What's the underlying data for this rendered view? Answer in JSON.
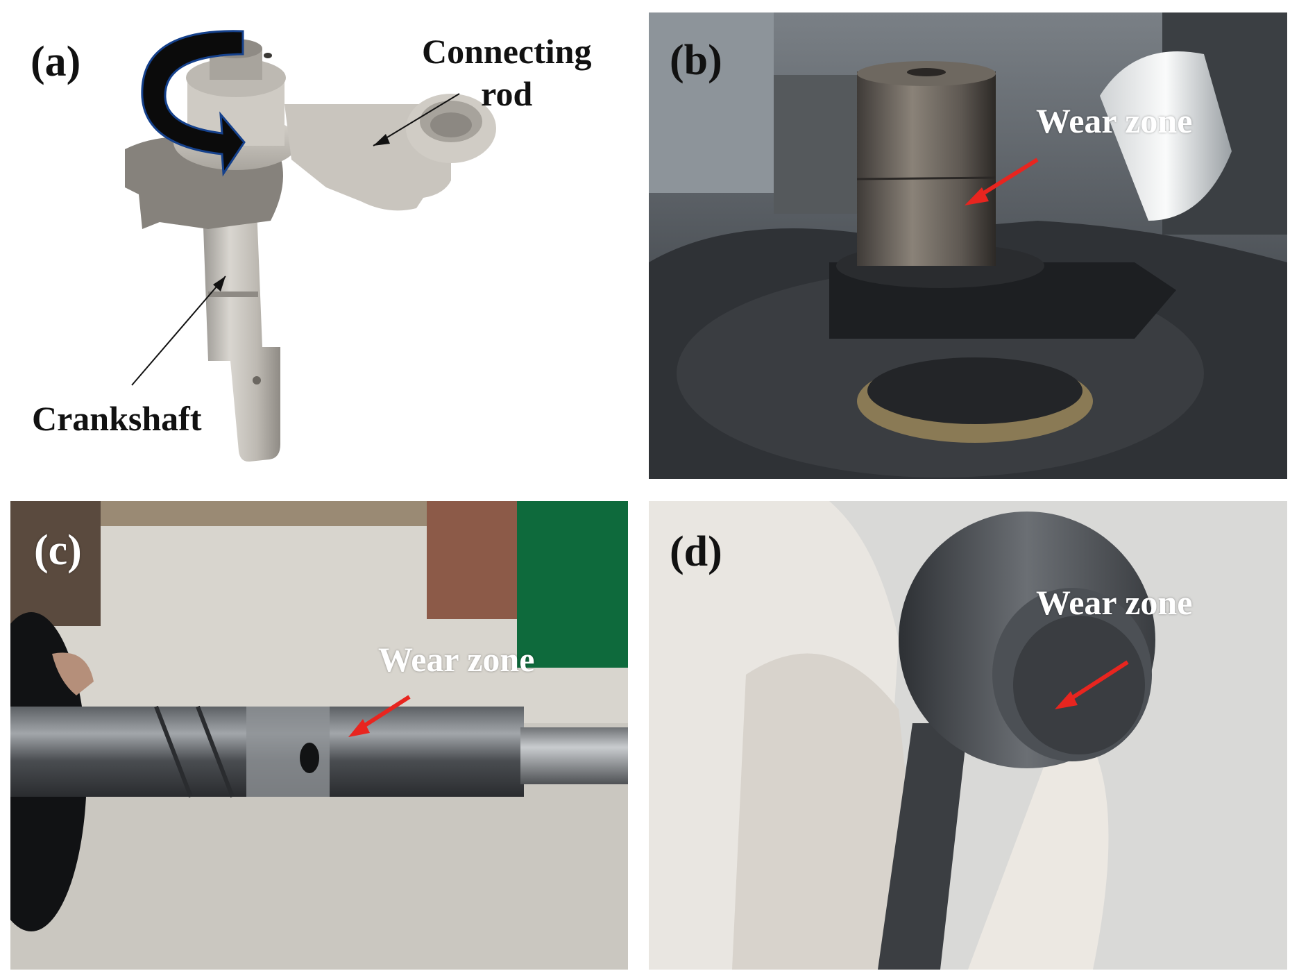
{
  "panels": {
    "a": {
      "label": "(a)",
      "connecting_rod": "Connecting\nrod",
      "crankshaft": "Crankshaft"
    },
    "b": {
      "label": "(b)",
      "wear": "Wear zone"
    },
    "c": {
      "label": "(c)",
      "wear": "Wear zone"
    },
    "d": {
      "label": "(d)",
      "wear": "Wear zone"
    }
  },
  "colors": {
    "arrow_red": "#e8251f",
    "rotation_arrow": "#0e2a5a",
    "text_dark": "#111111",
    "text_light": "#ffffff"
  }
}
